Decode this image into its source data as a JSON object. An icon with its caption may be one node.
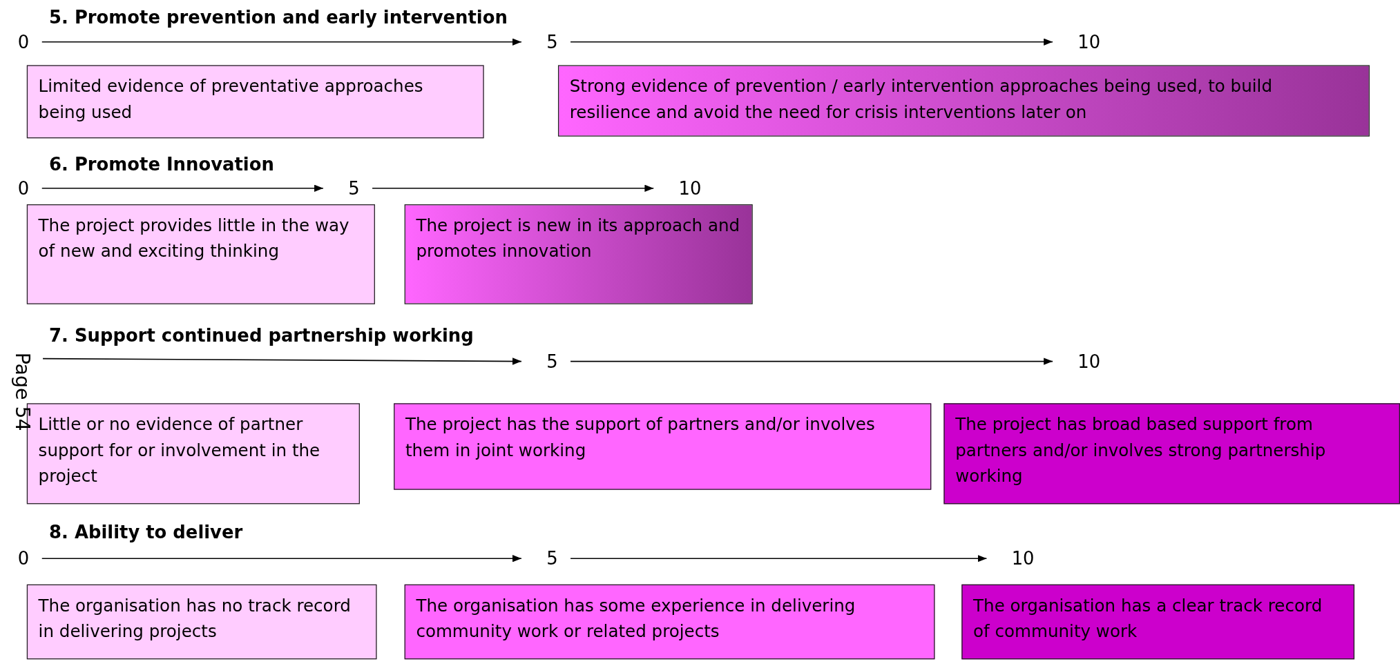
{
  "diagram": {
    "nodes": [
      {
        "text": [
          "0"
        ]
      },
      {
        "text": [
          "5"
        ]
      },
      {
        "text": [
          "10"
        ]
      },
      {
        "text": [
          "Limited evidence of preventative approaches being used"
        ]
      },
      {
        "text": [
          "Strong evidence of prevention / early intervention approaches being used, to build resilience and avoid the need for crisis interventions later on"
        ]
      },
      {
        "text": [
          "0"
        ]
      },
      {
        "text": [
          "5"
        ]
      },
      {
        "text": [
          "10"
        ]
      },
      {
        "text": [
          "The project provides little in the way of new and exciting thinking"
        ]
      },
      {
        "text": [
          "The project is new in its approach and promotes innovation"
        ]
      },
      {
        "text": [
          "5"
        ]
      },
      {
        "text": [
          "10"
        ]
      },
      {
        "text": [
          "Little or no evidence of partner support for or involvement in the project"
        ]
      },
      {
        "text": [
          "The project has the support of partners and/or involves them in joint working"
        ]
      },
      {
        "text": [
          "The project has broad based support from partners and/or involves strong partnership working"
        ]
      },
      {
        "text": [
          "0"
        ]
      },
      {
        "text": [
          "5"
        ]
      },
      {
        "text": [
          "10"
        ]
      },
      {
        "text": [
          "The organisation has no track record in delivering projects"
        ]
      },
      {
        "text": [
          "The organisation has some experience in delivering community work or related projects"
        ]
      },
      {
        "text": [
          "The organisation has a clear track record of community work"
        ]
      }
    ],
    "edges": [
      {
        "from": 0,
        "to": 1,
        "arrow": "to"
      },
      {
        "from": 1,
        "to": 2,
        "arrow": "to"
      },
      {
        "from": 5,
        "to": 6,
        "arrow": "to"
      },
      {
        "from": 6,
        "to": 7,
        "arrow": "to"
      },
      {
        "from": null,
        "to": 10,
        "arrow": "to"
      },
      {
        "from": 10,
        "to": 11,
        "arrow": "to"
      },
      {
        "from": 15,
        "to": 16,
        "arrow": "to"
      },
      {
        "from": 16,
        "to": 17,
        "arrow": "to"
      }
    ],
    "labels": [
      "5. Promote prevention and early intervention",
      "6. Promote Innovation",
      "7. Support continued partnership working",
      "Page 54",
      "8. Ability to deliver"
    ]
  }
}
